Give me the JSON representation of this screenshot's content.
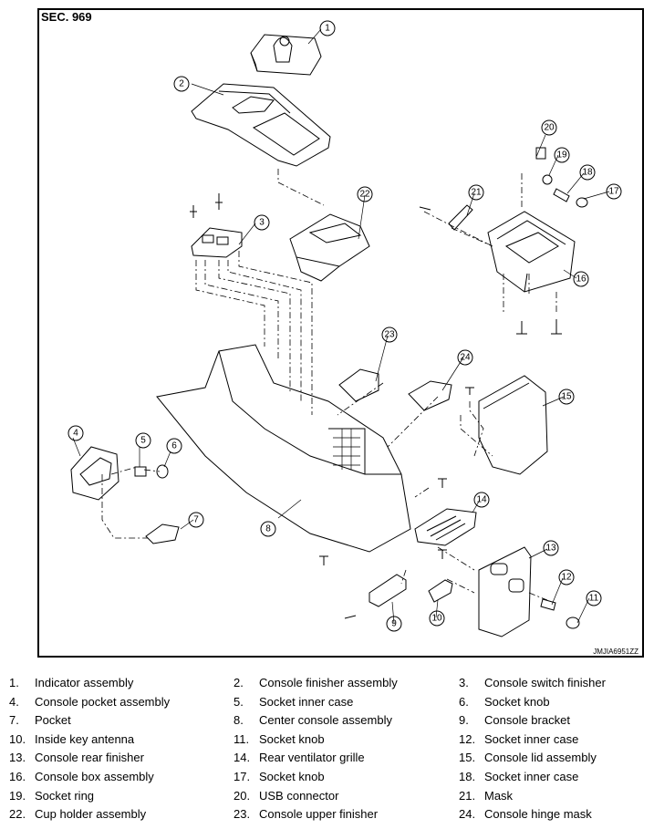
{
  "section_label": "SEC. 969",
  "drawing_code": "JMJIA6951ZZ",
  "callouts": [
    "1",
    "2",
    "3",
    "4",
    "5",
    "6",
    "7",
    "8",
    "9",
    "10",
    "11",
    "12",
    "13",
    "14",
    "15",
    "16",
    "17",
    "18",
    "19",
    "20",
    "21",
    "22",
    "23",
    "24"
  ],
  "legend": [
    {
      "num": "1.",
      "name": "Indicator assembly"
    },
    {
      "num": "2.",
      "name": "Console finisher assembly"
    },
    {
      "num": "3.",
      "name": "Console switch finisher"
    },
    {
      "num": "4.",
      "name": "Console pocket assembly"
    },
    {
      "num": "5.",
      "name": "Socket inner case"
    },
    {
      "num": "6.",
      "name": "Socket knob"
    },
    {
      "num": "7.",
      "name": "Pocket"
    },
    {
      "num": "8.",
      "name": "Center console assembly"
    },
    {
      "num": "9.",
      "name": "Console bracket"
    },
    {
      "num": "10.",
      "name": "Inside key antenna"
    },
    {
      "num": "11.",
      "name": "Socket knob"
    },
    {
      "num": "12.",
      "name": "Socket inner case"
    },
    {
      "num": "13.",
      "name": "Console rear finisher"
    },
    {
      "num": "14.",
      "name": "Rear ventilator grille"
    },
    {
      "num": "15.",
      "name": "Console lid assembly"
    },
    {
      "num": "16.",
      "name": "Console box assembly"
    },
    {
      "num": "17.",
      "name": "Socket knob"
    },
    {
      "num": "18.",
      "name": "Socket inner case"
    },
    {
      "num": "19.",
      "name": "Socket ring"
    },
    {
      "num": "20.",
      "name": "USB connector"
    },
    {
      "num": "21.",
      "name": "Mask"
    },
    {
      "num": "22.",
      "name": "Cup holder assembly"
    },
    {
      "num": "23.",
      "name": "Console upper finisher"
    },
    {
      "num": "24.",
      "name": "Console hinge mask"
    }
  ]
}
